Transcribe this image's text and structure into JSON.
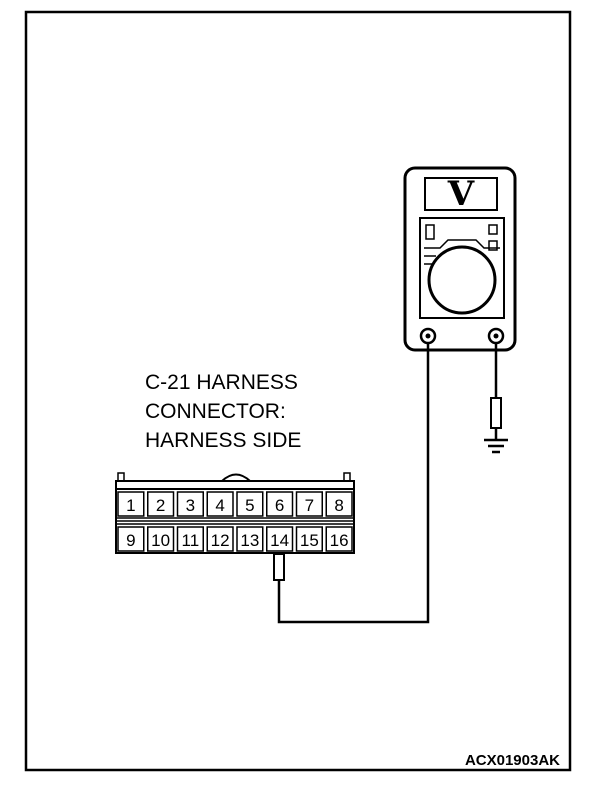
{
  "connector_label": {
    "line1": "C-21 HARNESS",
    "line2": "CONNECTOR:",
    "line3": "HARNESS SIDE"
  },
  "connector": {
    "top_row": [
      "1",
      "2",
      "3",
      "4",
      "5",
      "6",
      "7",
      "8"
    ],
    "bottom_row": [
      "9",
      "10",
      "11",
      "12",
      "13",
      "14",
      "15",
      "16"
    ],
    "probed_pin": "14"
  },
  "meter": {
    "display_symbol": "V",
    "icon": "voltmeter-icon"
  },
  "ground_icon": "ground-symbol-icon",
  "figure_code": "ACX01903AK"
}
